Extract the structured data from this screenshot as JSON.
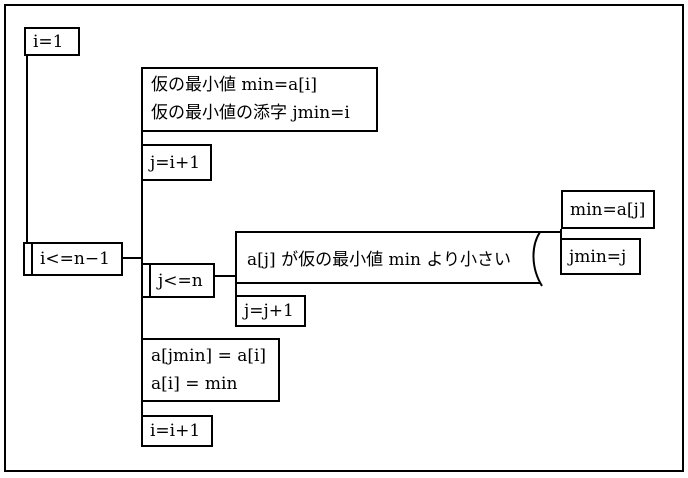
{
  "nodes": {
    "init_i": {
      "label": "i=1"
    },
    "outer_loop": {
      "label": "i<=n−1"
    },
    "init_min": {
      "line1": "仮の最小値 min=a[i]",
      "line2": "仮の最小値の添字 jmin=i"
    },
    "init_j": {
      "label": "j=i+1"
    },
    "inner_loop": {
      "label": "j<=n"
    },
    "condition": {
      "label": "a[j] が仮の最小値 min より小さい"
    },
    "update_min": {
      "label": "min=a[j]"
    },
    "update_jmin": {
      "label": "jmin=j"
    },
    "increment_j": {
      "label": "j=j+1"
    },
    "swap": {
      "line1": "a[jmin] = a[i]",
      "line2": "a[i] = min"
    },
    "increment_i": {
      "label": "i=i+1"
    }
  },
  "colors": {
    "line": "#000000",
    "background": "#ffffff",
    "text": "#000000"
  }
}
